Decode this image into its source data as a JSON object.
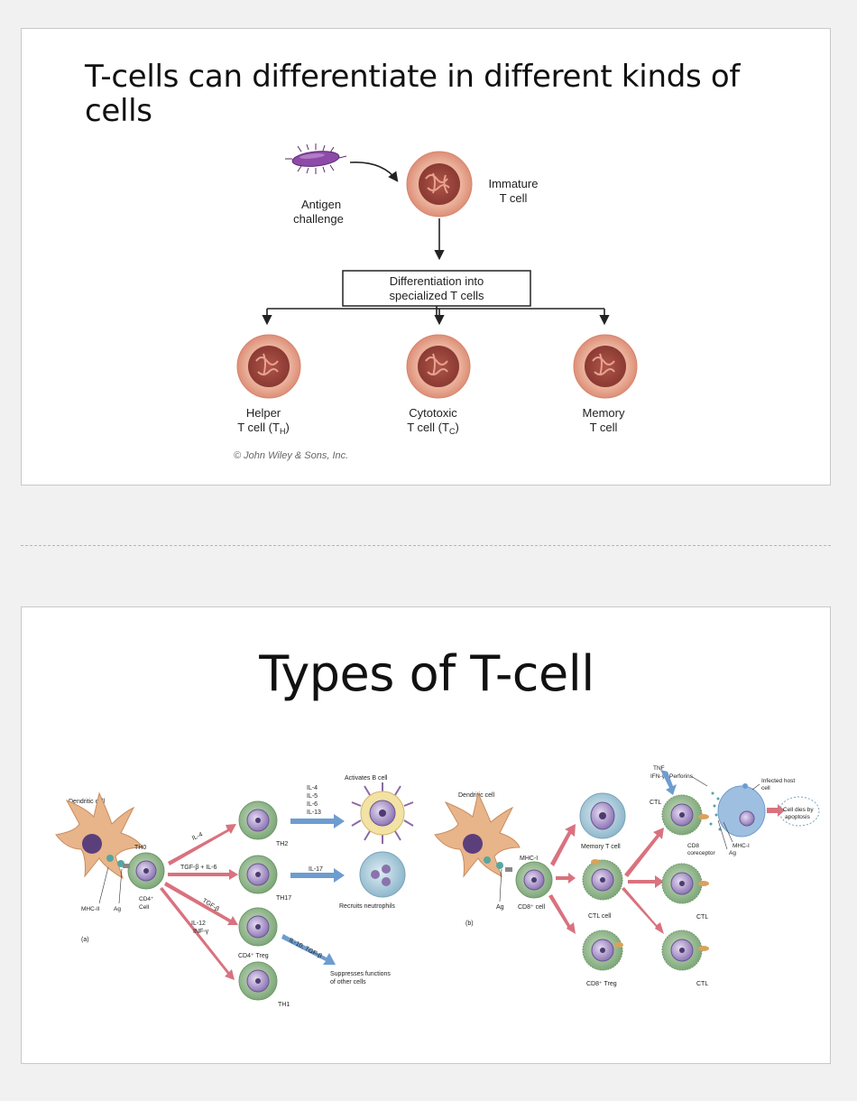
{
  "slide1": {
    "title": "T-cells can differentiate in different kinds of cells",
    "labels": {
      "antigen": [
        "Antigen",
        "challenge"
      ],
      "immature": [
        "Immature",
        "T cell"
      ],
      "box": [
        "Differentiation into",
        "specialized T cells"
      ],
      "helper": [
        "Helper",
        "T cell (T",
        "H",
        ")"
      ],
      "cytotoxic": [
        "Cytotoxic",
        "T cell (T",
        "C",
        ")"
      ],
      "memory": [
        "Memory",
        "T cell"
      ],
      "credit": "© John Wiley & Sons, Inc."
    }
  },
  "slide2": {
    "title": "Types of T-cell",
    "panel_a": {
      "dendritic": "Dendritic cell",
      "th0": "TH0",
      "mhc2": "MHC-II",
      "ag": "Ag",
      "cd4": [
        "CD4⁺",
        "Cell"
      ],
      "tag": "(a)",
      "il4": "IL-4",
      "th2": "TH2",
      "il_list": [
        "IL-4",
        "IL-5",
        "IL-6",
        "IL-13"
      ],
      "activates_b": "Activates B cell",
      "tgf_il6": "TGF-β + IL-6",
      "th17": "TH17",
      "il17": "IL-17",
      "neutrophils": "Recruits neutrophils",
      "tgfb": "TGF-β",
      "il12": [
        "IL-12",
        "INF-γ"
      ],
      "treg": "CD4⁺ Treg",
      "il10": "IL-10, TGF-β",
      "suppresses": [
        "Suppresses functions",
        "of other cells"
      ],
      "th1": "TH1"
    },
    "panel_b": {
      "dendritic": "Dendritic cell",
      "mhc1": "MHC-I",
      "ag": "Ag",
      "cd8": "CD8⁺ cell",
      "tag": "(b)",
      "memory": "Memory T cell",
      "ctl_cell": "CTL cell",
      "cd8_treg": "CD8⁺ Treg",
      "tnf": "TNF",
      "ifn": "IFN-γ",
      "perforins": "Perforins",
      "ctl": "CTL",
      "infected": [
        "Infected host",
        "cell"
      ],
      "dies": [
        "Cell dies by",
        "apoptosis"
      ],
      "mhc1_right": "MHC-I",
      "coreceptor": [
        "CD8",
        "coreceptor"
      ],
      "ag_right": "Ag"
    }
  },
  "colors": {
    "page_bg": "#f1f1f1",
    "red_cell": "#d98974",
    "green_cell": "#8db38a",
    "dendritic": "#e8b48a",
    "pink_arrow": "#d9727e",
    "blue_arrow": "#6d9ccf"
  }
}
